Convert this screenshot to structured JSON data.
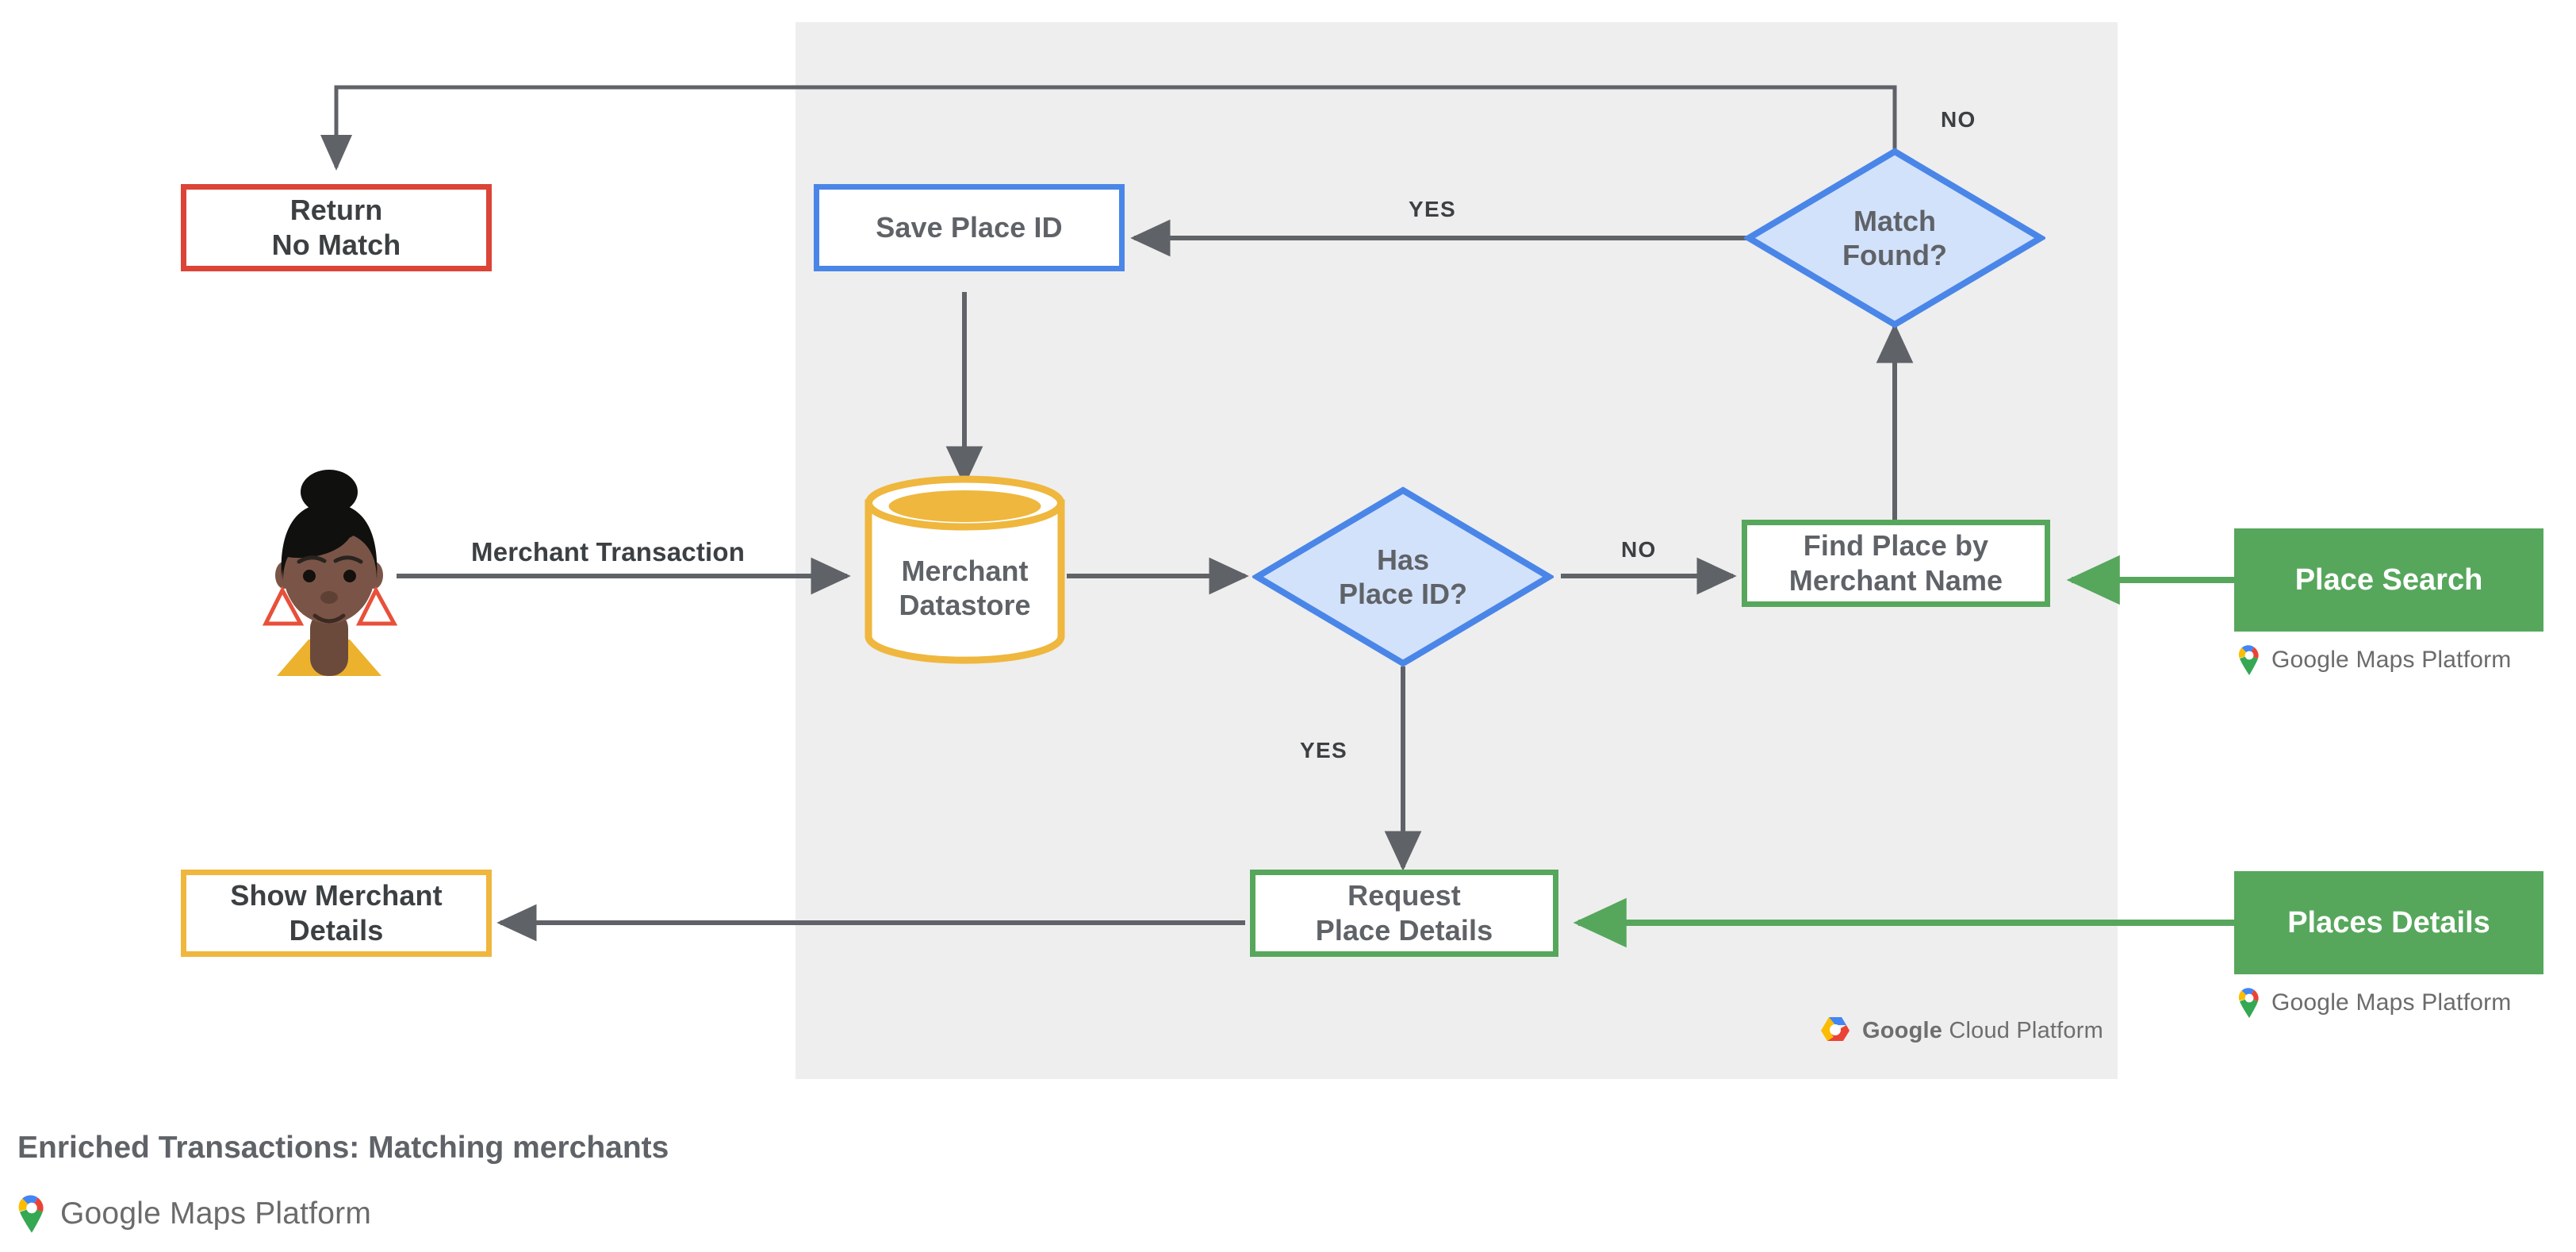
{
  "diagram": {
    "title": "Enriched Transactions: Matching merchants",
    "panel_label": "google-cloud-platform-region",
    "footer_logo": {
      "word1": "Google",
      "word2": "Maps Platform"
    },
    "panel_logo": {
      "word1": "Google",
      "word2": "Cloud Platform"
    }
  },
  "nodes": {
    "return_no_match": {
      "label": "Return\nNo Match",
      "border_color": "#DB4437",
      "shape": "rect"
    },
    "save_place_id": {
      "label": "Save Place ID",
      "border_color": "#4a86e8",
      "shape": "rect"
    },
    "match_found": {
      "label": "Match\nFound?",
      "border_color": "#4a86e8",
      "fill": "#d3e2fb",
      "shape": "diamond"
    },
    "merchant_datastore": {
      "label": "Merchant\nDatastore",
      "border_color": "#EFB73E",
      "shape": "cylinder"
    },
    "has_place_id": {
      "label": "Has\nPlace ID?",
      "border_color": "#4a86e8",
      "fill": "#d3e2fb",
      "shape": "diamond"
    },
    "find_place": {
      "label": "Find Place by\nMerchant Name",
      "border_color": "#56a75c",
      "shape": "rect"
    },
    "request_place_details": {
      "label": "Request\nPlace Details",
      "border_color": "#56a75c",
      "shape": "rect"
    },
    "show_merchant_details": {
      "label": "Show Merchant\nDetails",
      "border_color": "#EFB73E",
      "shape": "rect"
    },
    "customer_avatar": {
      "label": "customer-avatar"
    }
  },
  "products": {
    "place_search": {
      "label": "Place Search",
      "fill": "#56a75c"
    },
    "places_details": {
      "label": "Places Details",
      "fill": "#56a75c"
    }
  },
  "edges": {
    "merchant_transaction": "Merchant Transaction",
    "match_found_no": "NO",
    "match_found_yes": "YES",
    "has_place_id_no": "NO",
    "has_place_id_yes": "YES"
  },
  "colors": {
    "panel_bg": "#eeeeee",
    "arrow_gray": "#5f6368",
    "green": "#56a75c",
    "blue": "#4a86e8",
    "blue_fill": "#d3e2fb",
    "yellow": "#EFB73E",
    "red": "#DB4437",
    "text": "#5f6368"
  }
}
